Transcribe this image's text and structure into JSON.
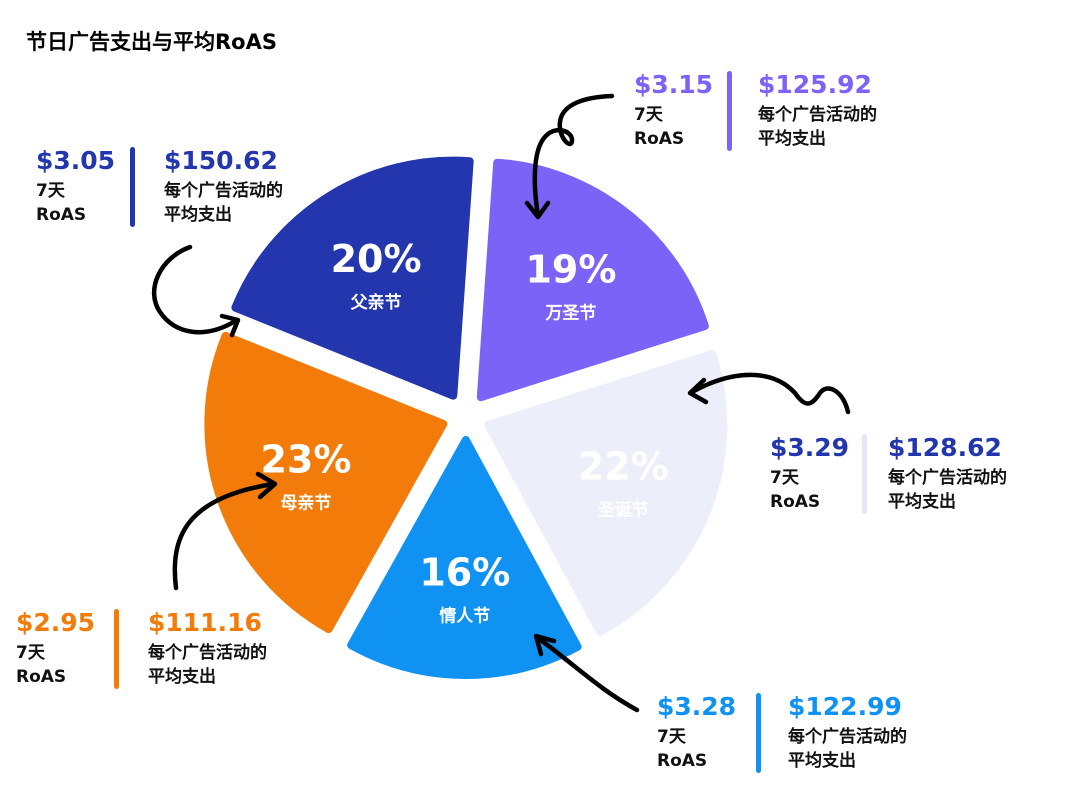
{
  "title": "节日广告支出与平均RoAS",
  "chart_data": {
    "type": "pie",
    "slices": [
      {
        "name": "万圣节",
        "value": 19,
        "label": "19%",
        "color": "#7a63f6",
        "text_color": "#ffffff"
      },
      {
        "name": "圣诞节",
        "value": 22,
        "label": "22%",
        "color": "#eceefa",
        "text_color": "#2233aa"
      },
      {
        "name": "情人节",
        "value": 16,
        "label": "16%",
        "color": "#0f92f2",
        "text_color": "#ffffff"
      },
      {
        "name": "母亲节",
        "value": 23,
        "label": "23%",
        "color": "#f27b0a",
        "text_color": "#ffffff"
      },
      {
        "name": "父亲节",
        "value": 20,
        "label": "20%",
        "color": "#2336ae",
        "text_color": "#ffffff"
      }
    ]
  },
  "callouts": {
    "halloween": {
      "roas": "$3.15",
      "roas_label_1": "7天",
      "roas_label_2": "RoAS",
      "spend": "$125.92",
      "spend_label_1": "每个广告活动的",
      "spend_label_2": "平均支出",
      "color": "#7a63f6"
    },
    "christmas": {
      "roas": "$3.29",
      "roas_label_1": "7天",
      "roas_label_2": "RoAS",
      "spend": "$128.62",
      "spend_label_1": "每个广告活动的",
      "spend_label_2": "平均支出",
      "color": "#2336ae",
      "bar_color": "#e4e7f6"
    },
    "valentines": {
      "roas": "$3.28",
      "roas_label_1": "7天",
      "roas_label_2": "RoAS",
      "spend": "$122.99",
      "spend_label_1": "每个广告活动的",
      "spend_label_2": "平均支出",
      "color": "#0f92f2"
    },
    "mothers": {
      "roas": "$2.95",
      "roas_label_1": "7天",
      "roas_label_2": "RoAS",
      "spend": "$111.16",
      "spend_label_1": "每个广告活动的",
      "spend_label_2": "平均支出",
      "color": "#f27b0a"
    },
    "fathers": {
      "roas": "$3.05",
      "roas_label_1": "7天",
      "roas_label_2": "RoAS",
      "spend": "$150.62",
      "spend_label_1": "每个广告活动的",
      "spend_label_2": "平均支出",
      "color": "#2336ae"
    }
  }
}
